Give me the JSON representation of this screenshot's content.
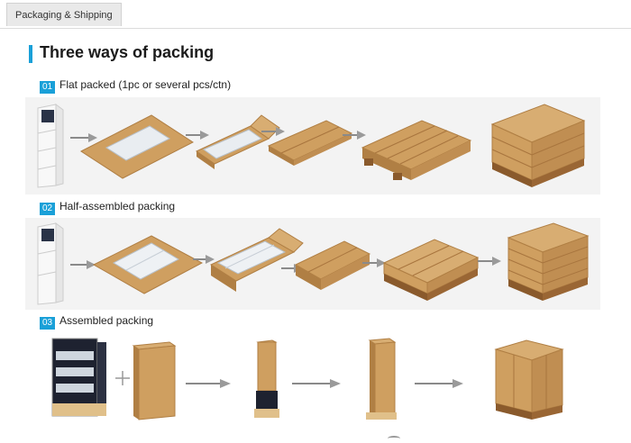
{
  "tab": {
    "label": "Packaging & Shipping"
  },
  "title": "Three ways of packing",
  "sections": [
    {
      "num": "01",
      "label": "Flat packed (1pc or several pcs/ctn)"
    },
    {
      "num": "02",
      "label": "Half-assembled packing"
    },
    {
      "num": "03",
      "label": "Assembled packing"
    }
  ],
  "icons": {
    "arrow": "connector-arrow-icon",
    "plus": "+"
  },
  "colors": {
    "accent": "#1aa0d8",
    "cardboard": "#cf9f60",
    "cardboard_dark": "#b07f44",
    "pallet": "#c28a4f"
  }
}
